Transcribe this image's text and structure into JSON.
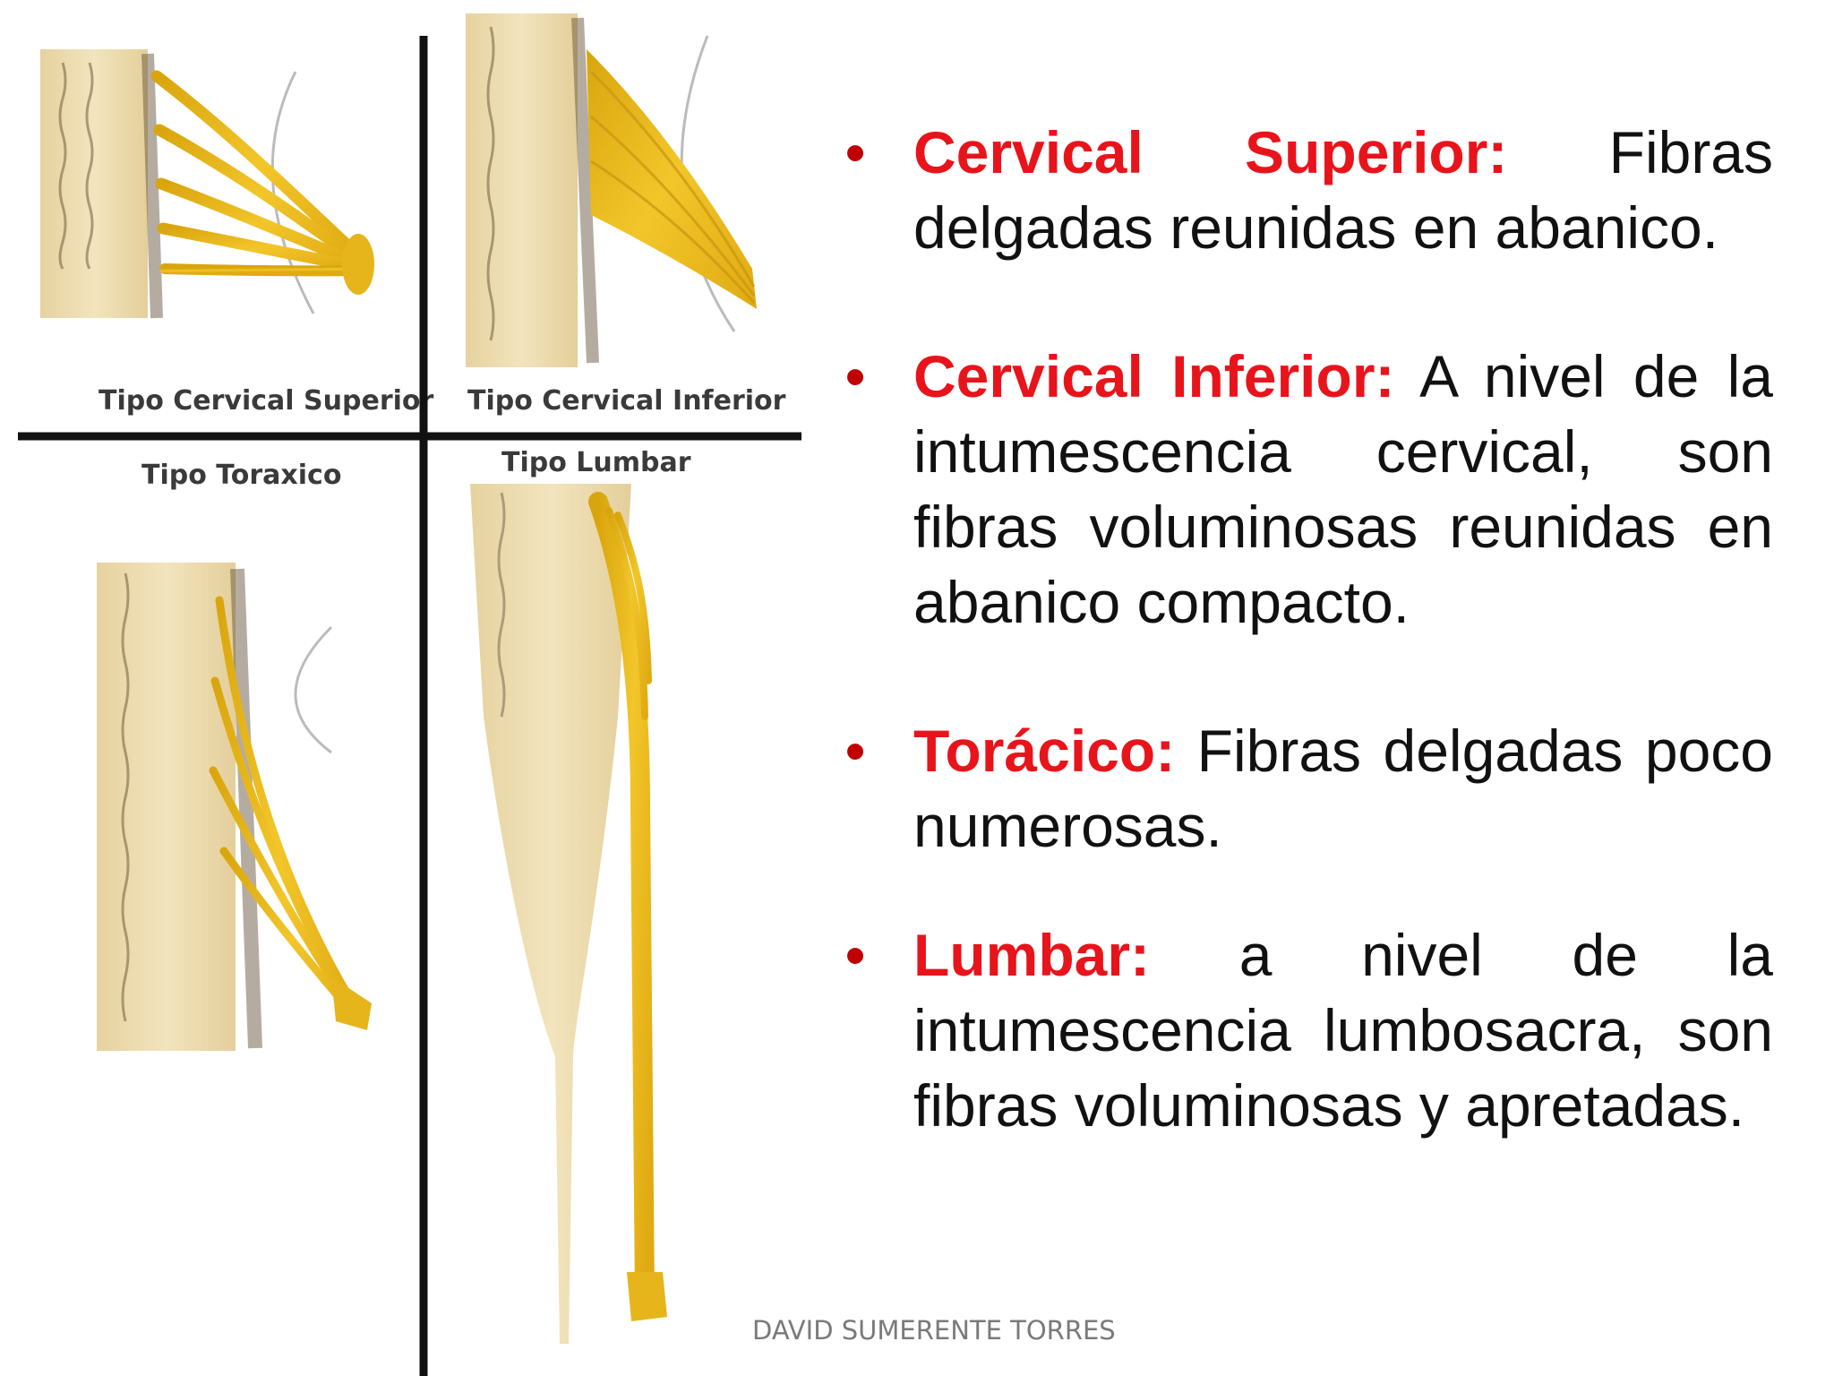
{
  "figure": {
    "panels": [
      {
        "label": "Tipo Cervical Superior"
      },
      {
        "label": "Tipo Cervical Inferior"
      },
      {
        "label": "Tipo Toraxico"
      },
      {
        "label": "Tipo Lumbar"
      }
    ]
  },
  "bullets": [
    {
      "term": "Cervical Superior:",
      "text": "Fibras delgadas reunidas en abanico."
    },
    {
      "term": "Cervical Inferior:",
      "text": "A nivel de la intumescencia cervical, son fibras voluminosas reunidas en abanico compacto."
    },
    {
      "term": "Torácico:",
      "text": "Fibras delgadas poco numerosas."
    },
    {
      "term": "Lumbar:",
      "text": "a nivel de la intumescencia lumbosacra, son fibras voluminosas y apretadas."
    }
  ],
  "footer": {
    "author": "DAVID SUMERENTE TORRES"
  },
  "colors": {
    "term": "#e8141b",
    "bullet": "#c00000",
    "nerve": "#e8b820",
    "cord": "#efdfb2",
    "divider": "#111111"
  }
}
